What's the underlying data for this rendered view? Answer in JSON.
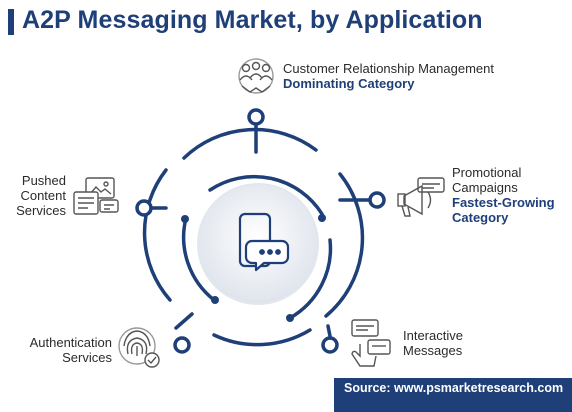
{
  "title": "A2P Messaging Market, by Application",
  "segments": {
    "crm": {
      "line1": "Customer Relationship Management",
      "tag": "Dominating Category",
      "icon": "handshake-group-icon"
    },
    "promotional": {
      "line1": "Promotional",
      "line2": "Campaigns",
      "tag1": "Fastest-Growing",
      "tag2": "Category",
      "icon": "megaphone-icon"
    },
    "interactive": {
      "line1": "Interactive",
      "line2": "Messages",
      "icon": "chat-hand-icon"
    },
    "authentication": {
      "line1": "Authentication",
      "line2": "Services",
      "icon": "fingerprint-icon"
    },
    "pushed": {
      "line1": "Pushed",
      "line2": "Content",
      "line3": "Services",
      "icon": "content-screen-icon"
    }
  },
  "center_icon": "smartphone-chat-icon",
  "source": "Source: www.psmarketresearch.com",
  "colors": {
    "navy": "#1f3f78",
    "text": "#2b2b2b",
    "circle": "#eef1f6"
  }
}
